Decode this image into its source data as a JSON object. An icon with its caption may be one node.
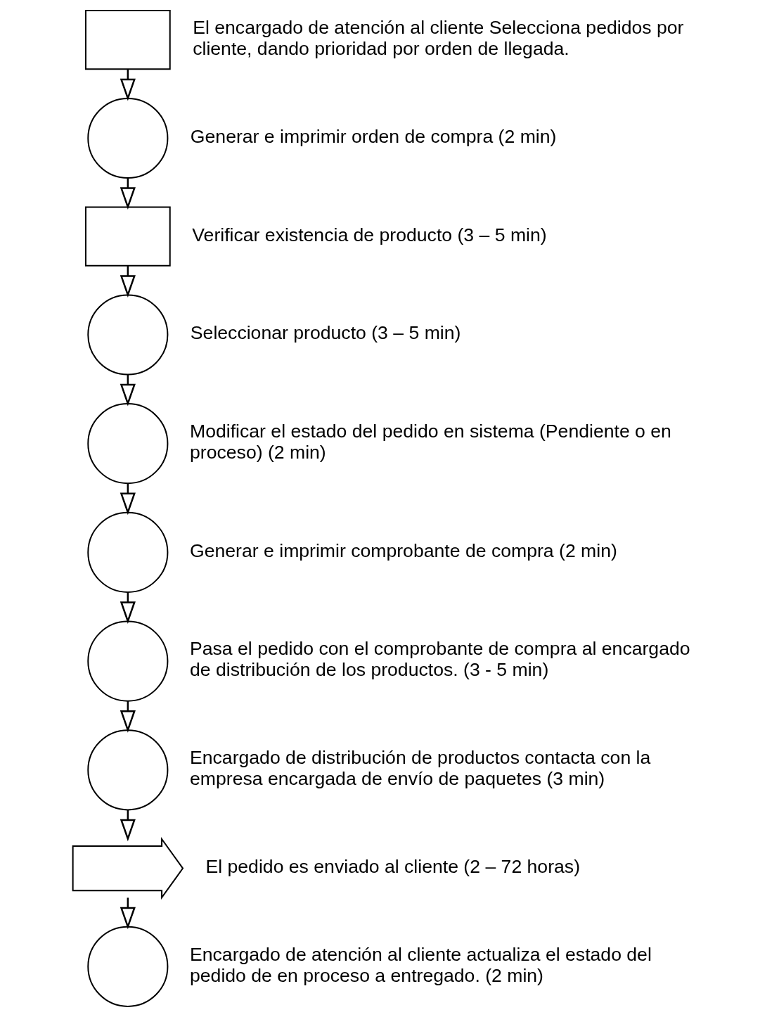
{
  "diagram": {
    "nodes": [
      {
        "text": [],
        "shape": "box",
        "beside": [
          "El encargado de atención al cliente Selecciona pedidos por cliente, dando prioridad por orden de llegada."
        ]
      },
      {
        "text": [],
        "shape": "circle",
        "beside": [
          "Generar e imprimir orden de compra (2 min)"
        ]
      },
      {
        "text": [],
        "shape": "box",
        "beside": [
          "Verificar existencia de producto (3 – 5 min)"
        ]
      },
      {
        "text": [],
        "shape": "circle",
        "beside": [
          "Seleccionar producto (3 – 5 min)"
        ]
      },
      {
        "text": [],
        "shape": "circle",
        "beside": [
          "Modificar el estado del pedido en sistema (Pendiente o en proceso) (2 min)"
        ]
      },
      {
        "text": [],
        "shape": "circle",
        "beside": [
          "Generar e imprimir comprobante de compra (2 min)"
        ]
      },
      {
        "text": [],
        "shape": "circle",
        "beside": [
          "Pasa el pedido con el comprobante de compra al encargado de distribución de los productos. (3 - 5 min)"
        ]
      },
      {
        "text": [],
        "shape": "circle",
        "beside": [
          "Encargado de distribución de productos contacta con la empresa encargada de envío de paquetes (3 min)"
        ]
      },
      {
        "text": [],
        "shape": "arrow",
        "beside": [
          "El pedido es enviado al cliente (2 – 72 horas)"
        ]
      },
      {
        "text": [],
        "shape": "circle",
        "beside": [
          "Encargado de atención al cliente actualiza el estado del pedido de en proceso a entregado. (2 min)"
        ]
      }
    ],
    "edges": [
      {
        "from": 0,
        "to": 1,
        "arrow": "to"
      },
      {
        "from": 1,
        "to": 2,
        "arrow": "to"
      },
      {
        "from": 2,
        "to": 3,
        "arrow": "to"
      },
      {
        "from": 3,
        "to": 4,
        "arrow": "to"
      },
      {
        "from": 4,
        "to": 5,
        "arrow": "to"
      },
      {
        "from": 5,
        "to": 6,
        "arrow": "to"
      },
      {
        "from": 6,
        "to": 7,
        "arrow": "to"
      },
      {
        "from": 7,
        "to": 8,
        "arrow": "to"
      },
      {
        "from": 8,
        "to": 9,
        "arrow": "to"
      }
    ]
  }
}
